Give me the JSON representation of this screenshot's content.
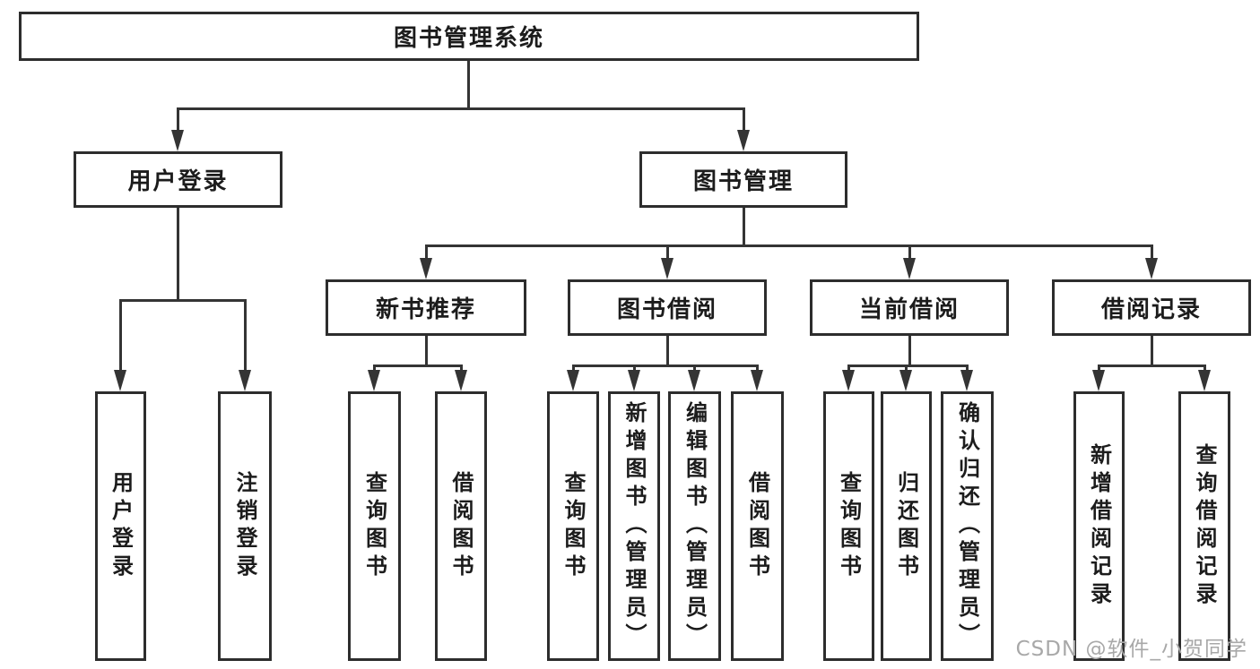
{
  "colors": {
    "background": "#ffffff",
    "node_border": "#2d2d2d",
    "connector_line": "#343434",
    "node_text": "#1c1c1c",
    "watermark_text": "#a8a8a8"
  },
  "tree": {
    "root": {
      "label": "图书管理系统"
    },
    "branches": [
      {
        "label": "用户登录",
        "children": [
          {
            "label": "用户登录"
          },
          {
            "label": "注销登录"
          }
        ]
      },
      {
        "label": "图书管理",
        "children": [
          {
            "label": "新书推荐",
            "children": [
              {
                "label": "查询图书"
              },
              {
                "label": "借阅图书"
              }
            ]
          },
          {
            "label": "图书借阅",
            "children": [
              {
                "label": "查询图书"
              },
              {
                "label": "新增图书（管理员）"
              },
              {
                "label": "编辑图书（管理员）"
              },
              {
                "label": "借阅图书"
              }
            ]
          },
          {
            "label": "当前借阅",
            "children": [
              {
                "label": "查询图书"
              },
              {
                "label": "归还图书"
              },
              {
                "label": "确认归还（管理员）"
              }
            ]
          },
          {
            "label": "借阅记录",
            "children": [
              {
                "label": "新增借阅记录"
              },
              {
                "label": "查询借阅记录"
              }
            ]
          }
        ]
      }
    ]
  },
  "watermark": {
    "text": "CSDN @软件_小贺同学"
  }
}
